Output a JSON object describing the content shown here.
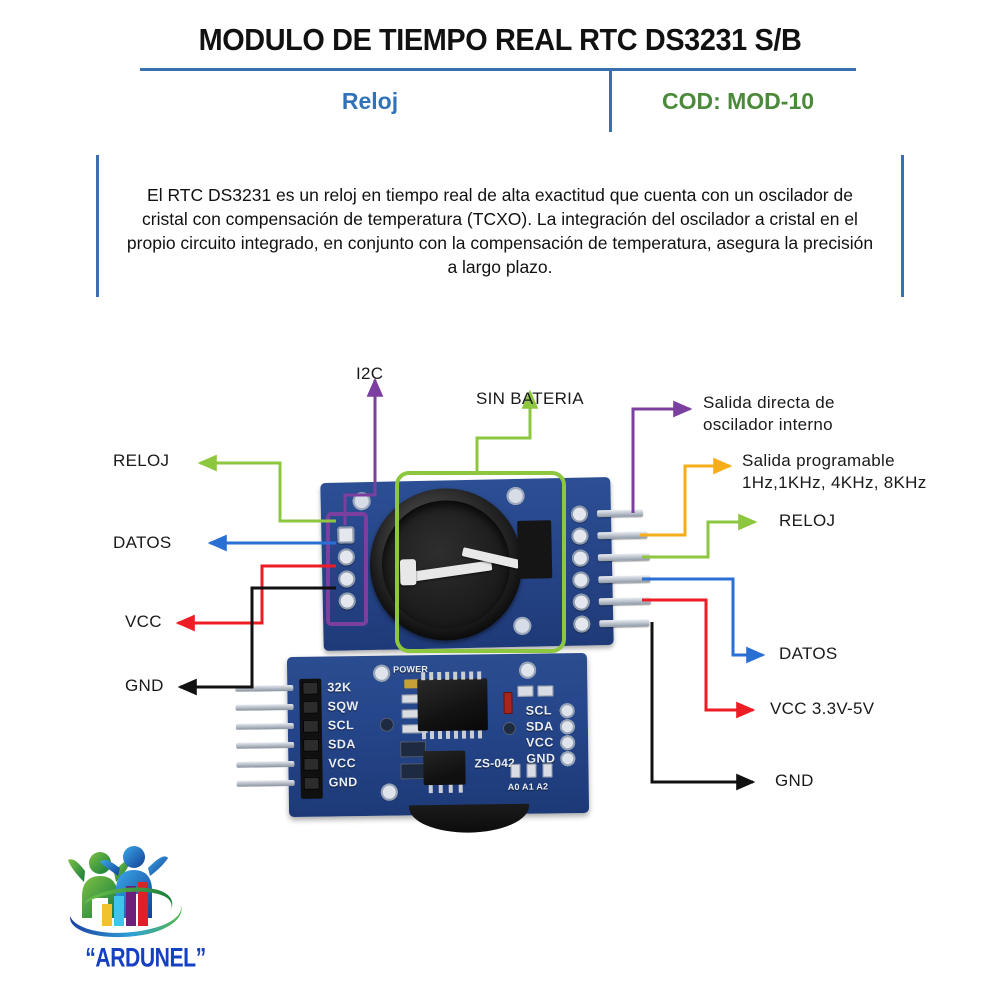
{
  "header": {
    "title": "MODULO DE TIEMPO REAL RTC DS3231 S/B",
    "category": "Reloj",
    "code": "COD: MOD-10",
    "rule_color": "#3a6fb0",
    "category_color": "#3273b8",
    "code_color": "#4a8a3a"
  },
  "description": {
    "text": "El RTC DS3231 es un reloj en tiempo real de alta exactitud que cuenta con un oscilador de cristal con compensación de temperatura (TCXO). La integración del oscilador a cristal en el propio circuito integrado, en conjunto con la compensación de temperatura, asegura la precisión a largo plazo."
  },
  "diagram": {
    "callouts": {
      "i2c": "I2C",
      "sin_bateria": "SIN BATERIA",
      "salida_directa_line1": "Salida directa de",
      "salida_directa_line2": "oscilador interno",
      "salida_programable_line1": "Salida programable",
      "salida_programable_line2": "1Hz,1KHz, 4KHz, 8KHz",
      "left_reloj": "RELOJ",
      "left_datos": "DATOS",
      "left_vcc": "VCC",
      "left_gnd": "GND",
      "right_reloj": "RELOJ",
      "right_datos": "DATOS",
      "right_vcc": "VCC 3.3V-5V",
      "right_gnd": "GND"
    },
    "wire_colors": {
      "green": "#8dc63f",
      "blue": "#2a6fd4",
      "red": "#ee1c25",
      "black": "#111111",
      "purple": "#7b3fa0",
      "orange": "#f5ae1a"
    },
    "board_pins_left": [
      "32K",
      "SQW",
      "SCL",
      "SDA",
      "VCC",
      "GND"
    ],
    "board_pins_right": [
      "SCL",
      "SDA",
      "VCC",
      "GND"
    ],
    "board_silkscreen": {
      "power": "POWER",
      "model": "ZS-042",
      "address": "A0 A1 A2"
    }
  },
  "logo": {
    "brand": "“ARDUNEL”",
    "brand_color": "#1540c4"
  }
}
